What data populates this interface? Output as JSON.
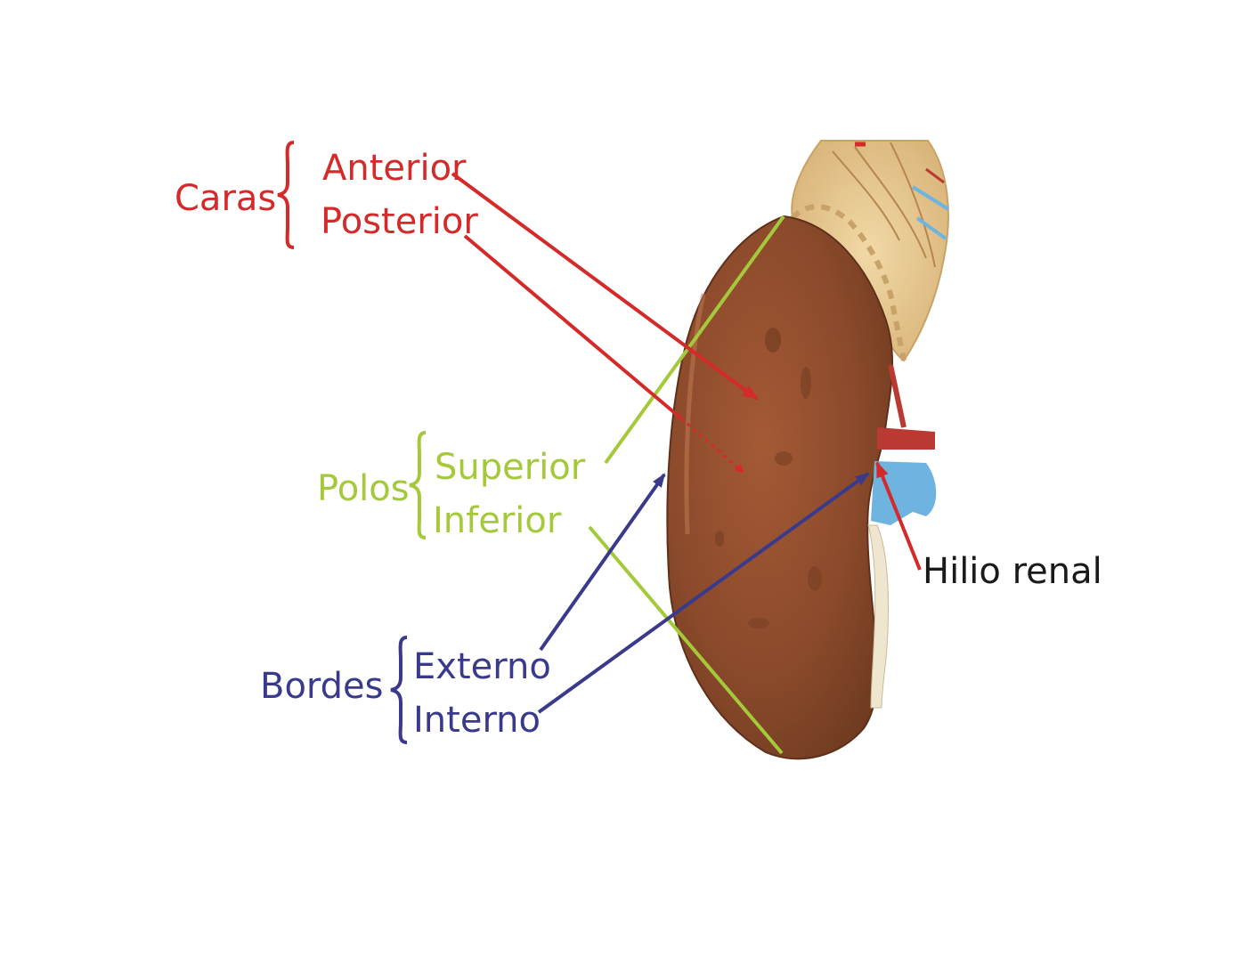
{
  "labels": {
    "caras": "Caras",
    "anterior": "Anterior",
    "posterior": "Posterior",
    "polos": "Polos",
    "superior": "Superior",
    "inferior": "Inferior",
    "bordes": "Bordes",
    "externo": "Externo",
    "interno": "Interno",
    "hilio": "Hilio renal"
  },
  "colors": {
    "caras": "#d42a2a",
    "polos": "#a4c93a",
    "bordes": "#3a3a8c",
    "hilio": "#1a1a1a",
    "kidney": "#8b4a2b",
    "artery": "#b83a32",
    "vein": "#6fb3e0",
    "ureter": "#efe6d0",
    "adrenal": "#e8c98a"
  },
  "icons": {
    "kidney": "kidney-illustration",
    "adrenal": "adrenal-gland-illustration"
  }
}
